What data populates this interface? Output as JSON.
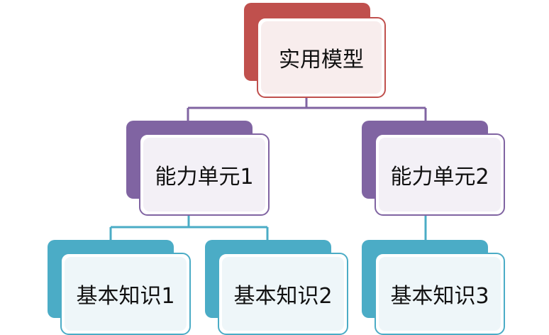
{
  "diagram": {
    "root": {
      "label": "实用模型"
    },
    "units": [
      {
        "label": "能力单元1"
      },
      {
        "label": "能力单元2"
      }
    ],
    "knowledge": [
      {
        "label": "基本知识1"
      },
      {
        "label": "基本知识2"
      },
      {
        "label": "基本知识3"
      }
    ]
  },
  "colors": {
    "root": "#c0504d",
    "unit": "#8064a2",
    "knowledge": "#4bacc6"
  }
}
